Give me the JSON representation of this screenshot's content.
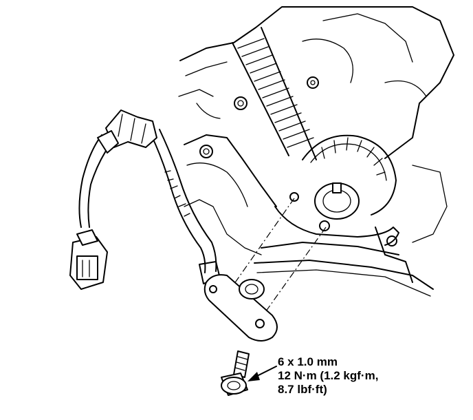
{
  "callout": {
    "bolt_size": "6 x 1.0 mm",
    "torque_line1": "12 N·m (1.2 kgf·m,",
    "torque_line2": "8.7 lbf·ft)"
  }
}
